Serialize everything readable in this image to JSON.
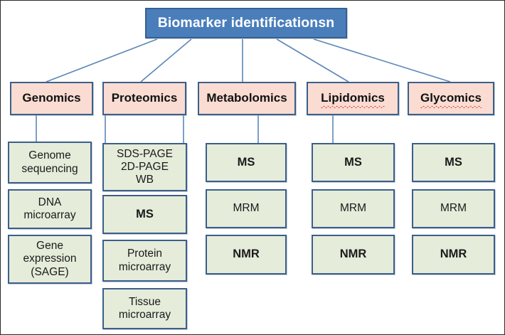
{
  "diagram": {
    "type": "hierarchy-tree",
    "title_node": {
      "label": "Biomarker identificationsn",
      "fill": "#4a7ebb",
      "text_color": "#ffffff"
    },
    "category_fill": "#fadcd2",
    "leaf_fill": "#e5ecda",
    "border_color": "#3c5f8a",
    "branches": [
      {
        "category": "Genomics",
        "misspelled": false,
        "leaves": [
          {
            "lines": [
              "Genome",
              "sequencing"
            ],
            "bold": false
          },
          {
            "lines": [
              "DNA",
              "microarray"
            ],
            "bold": false
          },
          {
            "lines": [
              "Gene",
              "expression",
              "(SAGE)"
            ],
            "bold": false
          }
        ]
      },
      {
        "category": "Proteomics",
        "misspelled": false,
        "leaves": [
          {
            "lines": [
              "SDS-PAGE",
              "2D-PAGE",
              "WB"
            ],
            "bold": false
          },
          {
            "lines": [
              "MS"
            ],
            "bold": true
          },
          {
            "lines": [
              "Protein",
              "microarray"
            ],
            "bold": false
          },
          {
            "lines": [
              "Tissue",
              "microarray"
            ],
            "bold": false
          }
        ]
      },
      {
        "category": "Metabolomics",
        "misspelled": false,
        "leaves": [
          {
            "lines": [
              "MS"
            ],
            "bold": true
          },
          {
            "lines": [
              "MRM"
            ],
            "bold": false
          },
          {
            "lines": [
              "NMR"
            ],
            "bold": true
          }
        ]
      },
      {
        "category": "Lipidomics",
        "misspelled": true,
        "leaves": [
          {
            "lines": [
              "MS"
            ],
            "bold": true
          },
          {
            "lines": [
              "MRM"
            ],
            "bold": false
          },
          {
            "lines": [
              "NMR"
            ],
            "bold": true
          }
        ]
      },
      {
        "category": "Glycomics",
        "misspelled": true,
        "leaves": [
          {
            "lines": [
              "MS"
            ],
            "bold": true
          },
          {
            "lines": [
              "MRM"
            ],
            "bold": false
          },
          {
            "lines": [
              "NMR"
            ],
            "bold": true
          }
        ]
      }
    ]
  }
}
